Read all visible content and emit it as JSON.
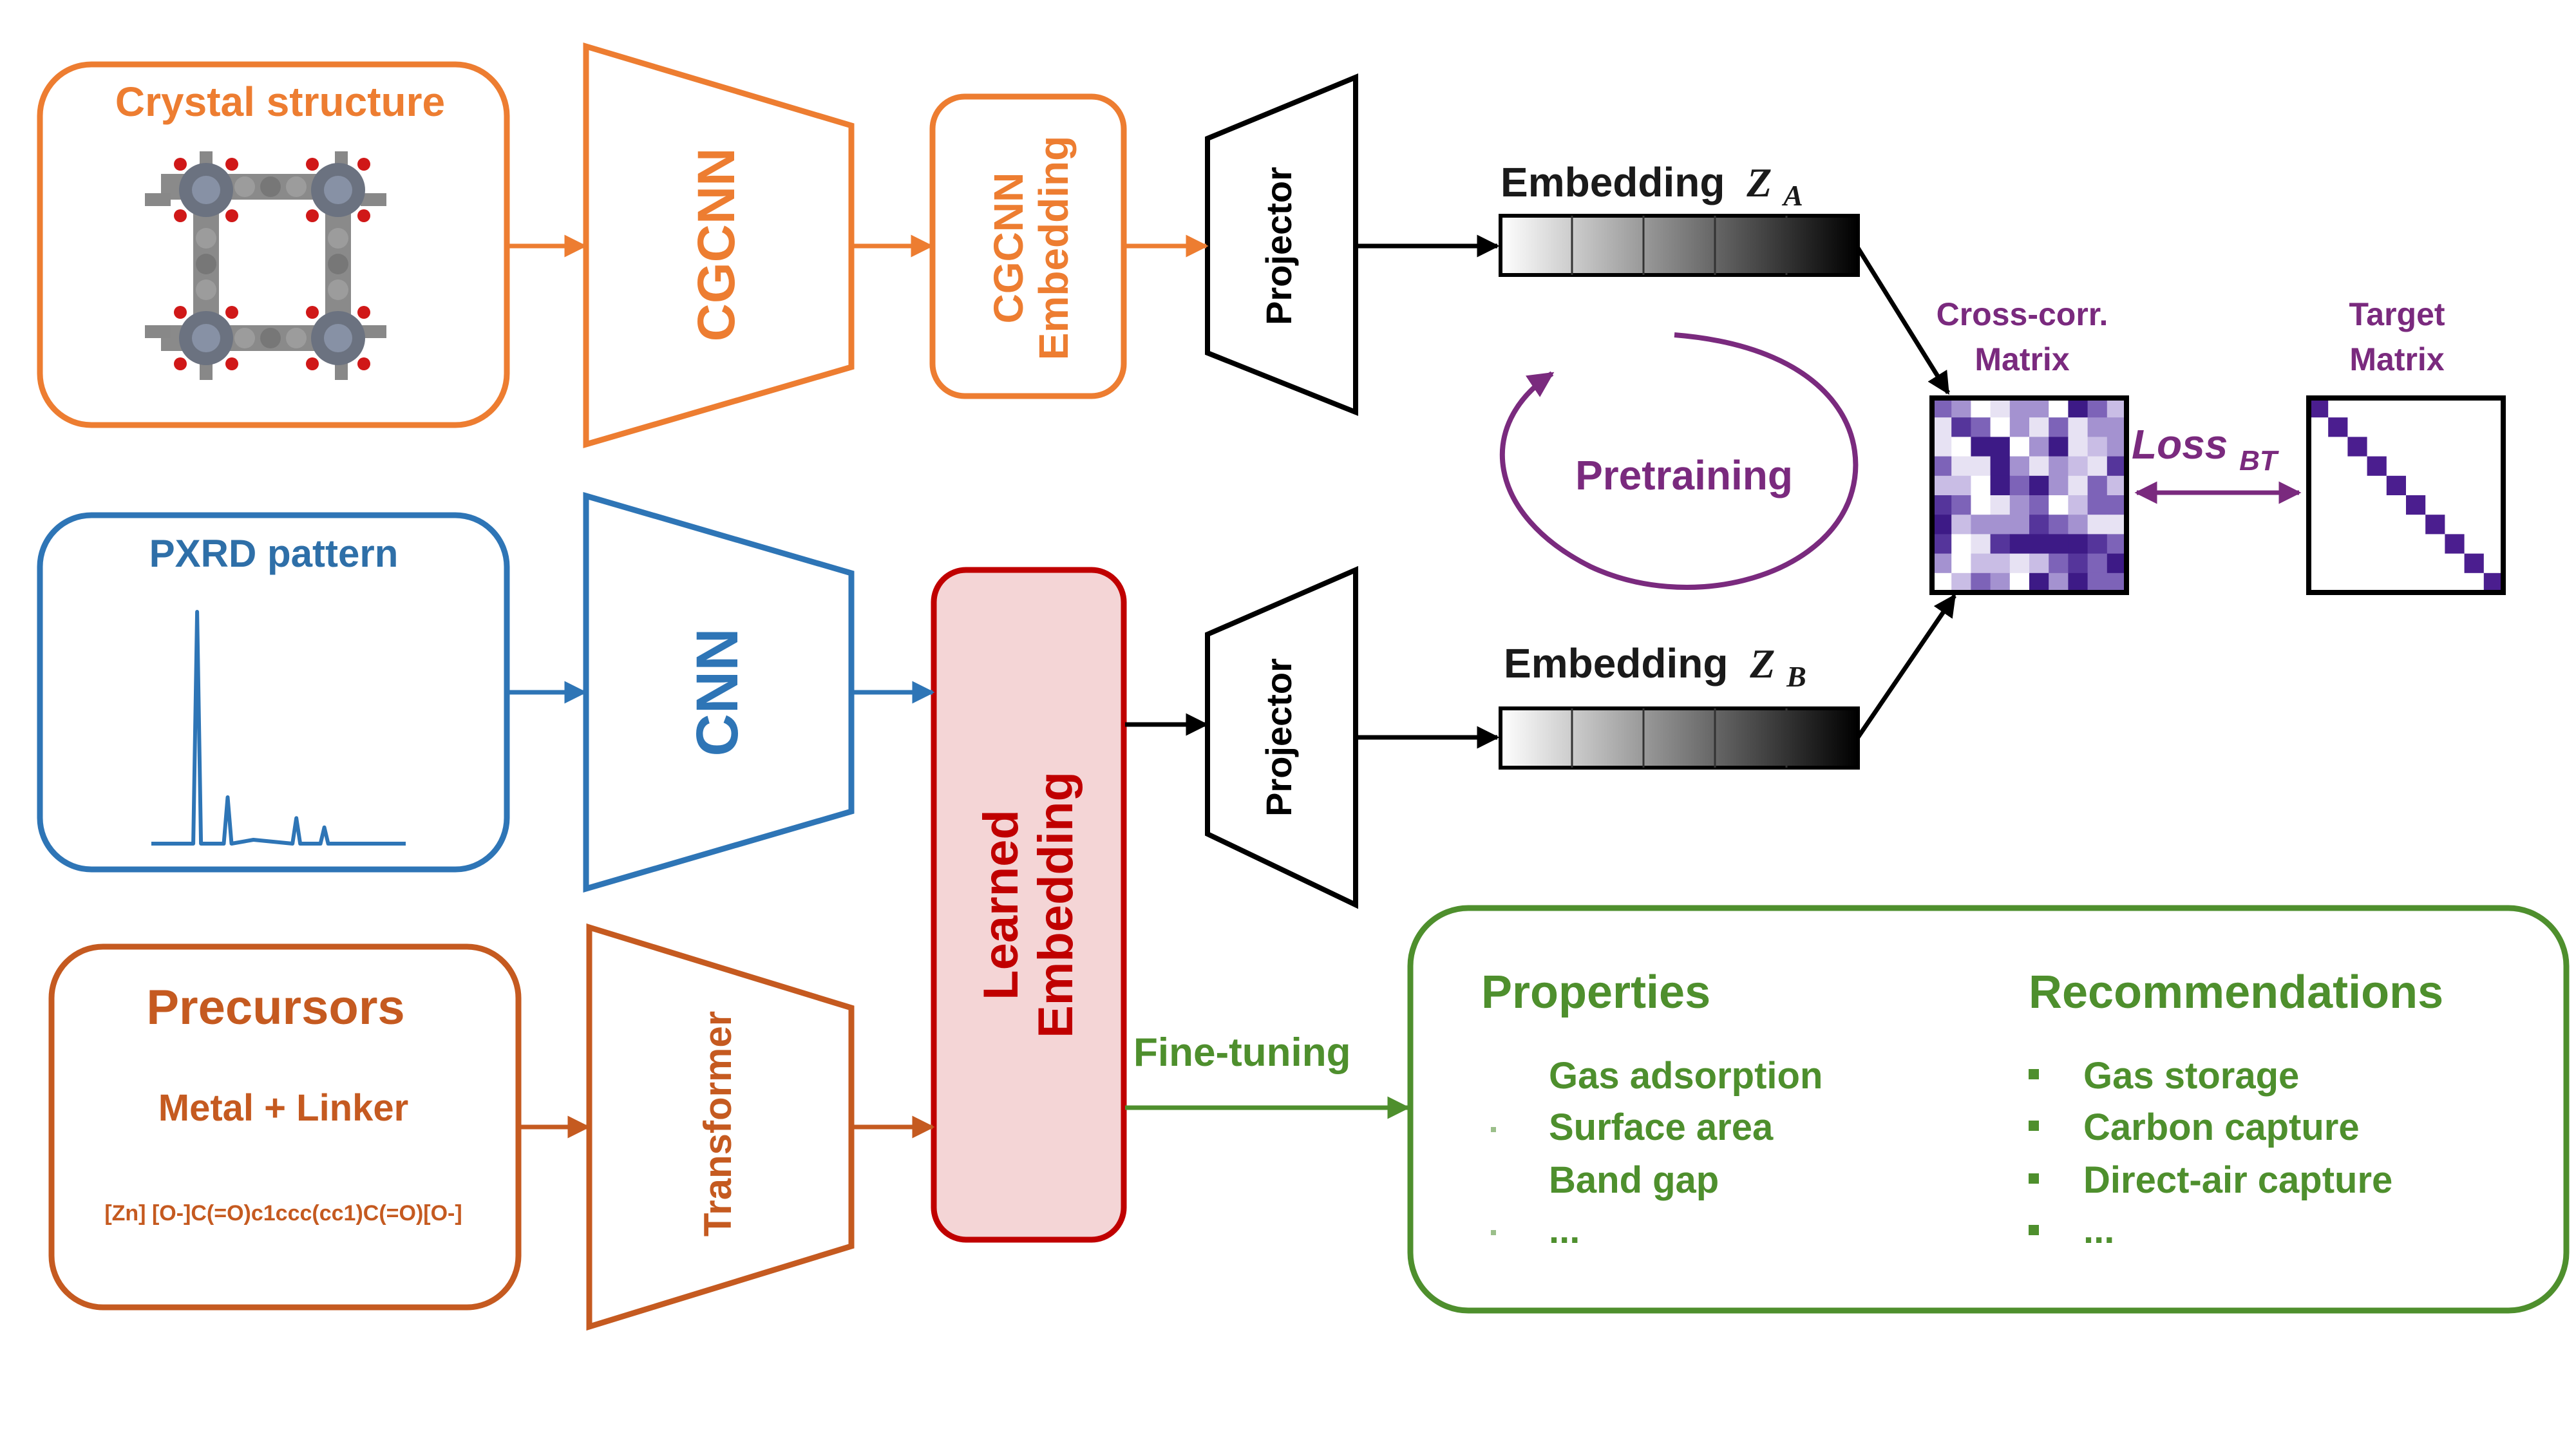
{
  "colors": {
    "orange": "#ED7D31",
    "dark_orange": "#C55A20",
    "blue": "#2E75B6",
    "blue_text": "#2E6FA8",
    "red": "#C00000",
    "pink_fill": "#F4D5D6",
    "green": "#4E8F2D",
    "purple": "#7A2A7E",
    "black": "#000000",
    "matrix_purple": "#4B1E8F"
  },
  "crystal": {
    "title": "Crystal structure",
    "image_icon": "mof-crystal-structure-icon"
  },
  "pxrd": {
    "title": "PXRD pattern",
    "image_icon": "pxrd-spectrum-icon",
    "peaks": [
      {
        "pos": 0.18,
        "height": 1.0
      },
      {
        "pos": 0.3,
        "height": 0.2
      },
      {
        "pos": 0.57,
        "height": 0.11
      },
      {
        "pos": 0.68,
        "height": 0.07
      }
    ]
  },
  "precursors": {
    "title": "Precursors",
    "subtitle": "Metal + Linker",
    "smiles": "[Zn] [O-]C(=O)c1ccc(cc1)C(=O)[O-]"
  },
  "encoders": {
    "cgcnn": "CGCNN",
    "cnn": "CNN",
    "transformer": "Transformer"
  },
  "cgcnn_embedding": {
    "line1": "CGCNN",
    "line2": "Embedding"
  },
  "learned_embedding": {
    "line1": "Learned",
    "line2": "Embedding"
  },
  "projectors": {
    "top": "Projector",
    "bottom": "Projector"
  },
  "embedding_a": {
    "label": "Embedding",
    "symbol": "Z",
    "subscript": "A",
    "cell_count": 5
  },
  "embedding_b": {
    "label": "Embedding",
    "symbol": "Z",
    "subscript": "B",
    "cell_count": 5
  },
  "pretraining": {
    "label": "Pretraining"
  },
  "cross_corr": {
    "line1": "Cross-corr.",
    "line2": "Matrix"
  },
  "target_matrix": {
    "line1": "Target",
    "line2": "Matrix"
  },
  "loss": {
    "symbol": "Loss",
    "subscript": "BT"
  },
  "fine_tuning": {
    "label": "Fine-tuning"
  },
  "properties": {
    "title": "Properties",
    "items": [
      "Gas adsorption",
      "Surface area",
      "Band gap",
      "..."
    ]
  },
  "recommendations": {
    "title": "Recommendations",
    "items": [
      "Gas storage",
      "Carbon capture",
      "Direct-air capture",
      "..."
    ]
  }
}
